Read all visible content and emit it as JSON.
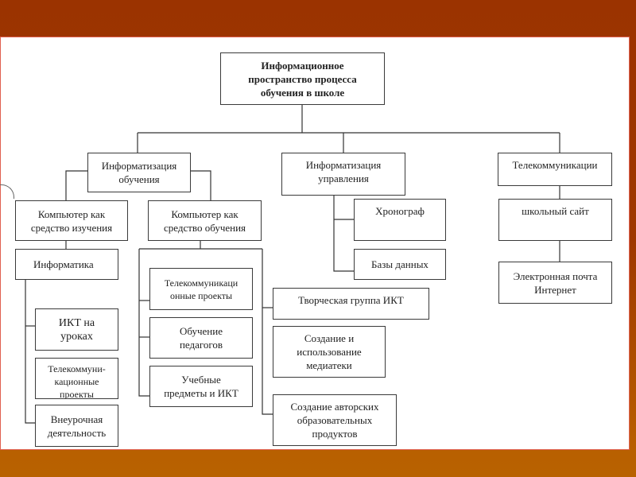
{
  "slide": {
    "background_top": "#9b3300",
    "background_bottom": "#b86200",
    "panel_color": "#ffffff",
    "panel_border": "#e06050"
  },
  "diagram": {
    "root": "Информационное\nпространство процесса\nобучения в школе",
    "branches": {
      "learning": {
        "label": "Информатизация\nобучения",
        "study": {
          "label": "Компьютер как\nсредство изучения",
          "informatics": "Информатика",
          "items": [
            "ИКТ на\nуроках",
            "Телекоммуни-\nкационные\nпроекты",
            "Внеурочная\nдеятельность"
          ]
        },
        "teaching": {
          "label": "Компьютер как\nсредство обучения",
          "items": [
            "Телекоммуникаци\nонные проекты",
            "Обучение\nпедагогов",
            "Учебные\nпредметы и ИКТ"
          ],
          "extra_items": [
            "Творческая группа ИКТ",
            "Создание и\nиспользование\nмедиатеки",
            "Создание авторских\nобразовательных\nпродуктов"
          ]
        }
      },
      "management": {
        "label": "Информатизация\nуправления",
        "items": [
          "Хронограф",
          "Базы данных"
        ]
      },
      "telecom": {
        "label": "Телекоммуникации",
        "items": [
          "школьный сайт",
          "Электронная почта\nИнтернет"
        ]
      }
    }
  }
}
